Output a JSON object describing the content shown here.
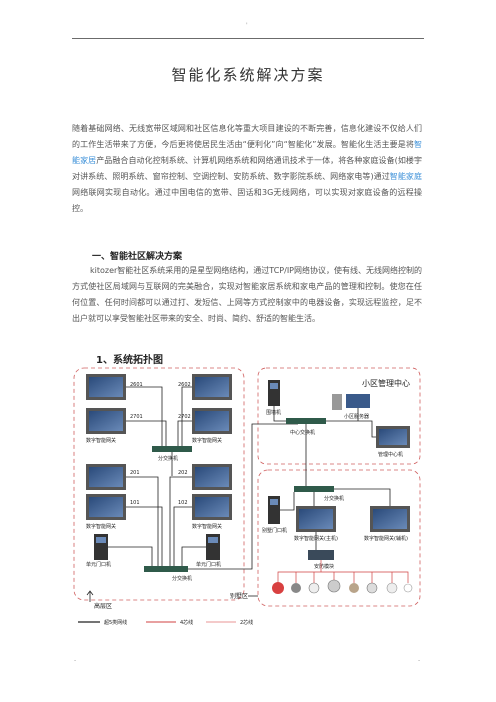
{
  "header_mark": "'",
  "title": "智能化系统解决方案",
  "intro": {
    "p1": "随着基础网络、无线宽带区域网和社区信息化等重大项目建设的不断完善，信息化建设不仅给人们的工作生活带来了方便，今后更将使居民生活由“便利化”向“智能化”发展。智能化生活主要是将",
    "hl1": "智能家居",
    "p2": "产品融合自动化控制系统、计算机网络系统和网络通讯技术于一体，将各种家庭设备(如楼宇对讲系统、照明系统、窗帘控制、空调控制、安防系统、数字影院系统、网络家电等)通过",
    "hl2": "智能家庭",
    "p3": "网络联网实现自动化。通过中国电信的宽带、固话和3G无线网络，可以实现对家庭设备的远程操控。"
  },
  "section_heading": "一、智能社区解决方案",
  "section_body": "kitozer智能社区系统采用的是星型网络结构，通过TCP/IP网络协议，使有线、无线网络控制的方式使社区局域网与互联网的完美融合，实现对智能家居系统和家电产品的管理和控制。使您在任何位置、任何时间都可以通过打、发短信、上网等方式控制家中的电器设备，实现远程监控，足不出户就可以享受智能社区带来的安全、时尚、简约、舒适的智能生活。",
  "topology_heading": "1、系统拓扑图",
  "diagram": {
    "management_center": "小区管理中心",
    "room_numbers": [
      "2601",
      "2602",
      "2701",
      "2702",
      "201",
      "202",
      "101",
      "102"
    ],
    "digital_gateway": "数字智能网关",
    "switch": "分交换机",
    "unit_door": "单元门口机",
    "fence_gate": "围墙机",
    "server": "小区服务器",
    "main_switch": "中心交换机",
    "mgmt_machine": "管理中心机",
    "villa_door": "别墅门口机",
    "main_gateway": "数字智能网关(主机)",
    "aux_gateway": "数字智能网关(辅机)",
    "security_module": "安防模块",
    "high_rise": "高层区",
    "villa_zone": "别墅区",
    "legend": [
      "超5类网线",
      "4芯线",
      "2芯线"
    ],
    "colors": {
      "cat5": "#222222",
      "four_core": "#d04040",
      "two_core": "#e07070"
    }
  },
  "footer_left": "-",
  "footer_right": "-"
}
